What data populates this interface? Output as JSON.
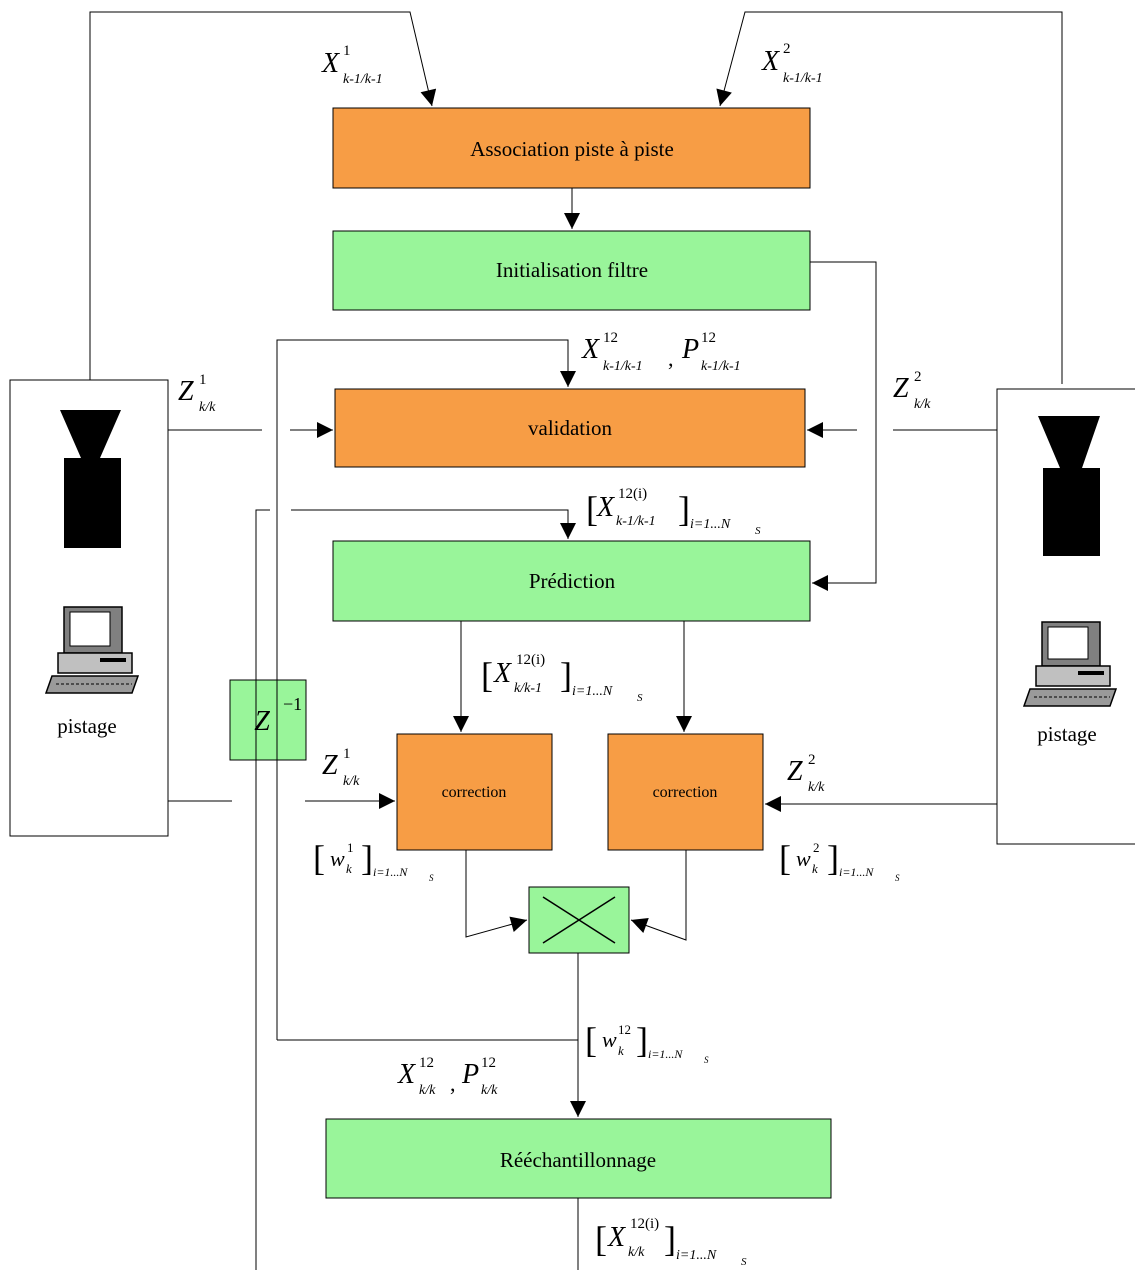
{
  "colors": {
    "orange_block": "#F79D45",
    "green_block": "#99F59A",
    "line": "#000000",
    "background": "#FFFFFF"
  },
  "blocks": {
    "association": "Association piste à piste",
    "init_filter": "Initialisation filtre",
    "validation": "validation",
    "prediction": "Prédiction",
    "correction_left": "correction",
    "correction_right": "correction",
    "multiplier_symbol": "×",
    "delay": {
      "base": "Z",
      "sup": "−1"
    },
    "resampling": "Rééchantillonnage"
  },
  "trackers": {
    "left_label": "pistage",
    "right_label": "pistage",
    "left_icons": [
      "camera-icon",
      "computer-icon"
    ],
    "right_icons": [
      "camera-icon",
      "computer-icon"
    ]
  },
  "math_labels": {
    "x1_prev": {
      "base": "X",
      "sup": "1",
      "sub": "k-1/k-1"
    },
    "x2_prev": {
      "base": "X",
      "sup": "2",
      "sub": "k-1/k-1"
    },
    "x12_p12_prev": {
      "x_base": "X",
      "x_sup": "12",
      "x_sub": "k-1/k-1",
      "sep": ",",
      "p_base": "P",
      "p_sup": "12",
      "p_sub": "k-1/k-1"
    },
    "z1_top": {
      "base": "Z",
      "sup": "1",
      "sub": "k/k"
    },
    "z2_top": {
      "base": "Z",
      "sup": "2",
      "sub": "k/k"
    },
    "particles_prev": {
      "base": "X",
      "sup": "12(i)",
      "sub": "k-1/k-1",
      "range": "i=1...N",
      "range_sub": "S"
    },
    "particles_pred": {
      "base": "X",
      "sup": "12(i)",
      "sub": "k/k-1",
      "range": "i=1...N",
      "range_sub": "S"
    },
    "z1_mid": {
      "base": "Z",
      "sup": "1",
      "sub": "k/k"
    },
    "z2_mid": {
      "base": "Z",
      "sup": "2",
      "sub": "k/k"
    },
    "w1": {
      "base": "w",
      "sup": "1",
      "sub": "k",
      "range": "i=1...N",
      "range_sub": "S"
    },
    "w2": {
      "base": "w",
      "sup": "2",
      "sub": "k",
      "range": "i=1...N",
      "range_sub": "S"
    },
    "w12": {
      "base": "w",
      "sup": "12",
      "sub": "k",
      "range": "i=1...N",
      "range_sub": "S"
    },
    "x12_p12_cur": {
      "x_base": "X",
      "x_sup": "12",
      "x_sub": "k/k",
      "sep": ",",
      "p_base": "P",
      "p_sup": "12",
      "p_sub": "k/k"
    },
    "particles_cur": {
      "base": "X",
      "sup": "12(i)",
      "sub": "k/k",
      "range": "i=1...N",
      "range_sub": "S"
    }
  }
}
